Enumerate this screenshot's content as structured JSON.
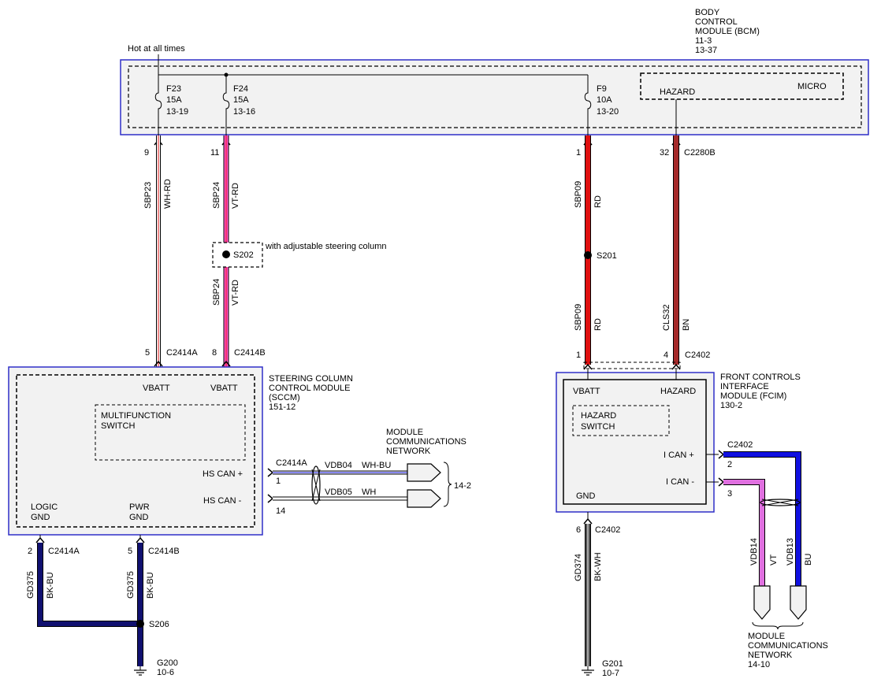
{
  "bcm": {
    "name_lines": [
      "BODY",
      "CONTROL",
      "MODULE (BCM)",
      "11-3",
      "13-37"
    ],
    "hot_label": "Hot at all times",
    "hazard_label": "HAZARD",
    "micro_label": "MICRO",
    "fuses": [
      {
        "name": "F23",
        "rating": "15A",
        "ref": "13-19"
      },
      {
        "name": "F24",
        "rating": "15A",
        "ref": "13-16"
      },
      {
        "name": "F9",
        "rating": "10A",
        "ref": "13-20"
      }
    ]
  },
  "circuits": {
    "sbp23": {
      "pin_top": "9",
      "circuit": "SBP23",
      "color": "WH-RD",
      "pin_bottom": "5",
      "conn_bottom": "C2414A"
    },
    "sbp24": {
      "pin_top": "11",
      "circuit": "SBP24",
      "color": "VT-RD",
      "splice": "S202",
      "splice_note": "with adjustable steering column",
      "pin_bottom": "8",
      "conn_bottom": "C2414B"
    },
    "sbp09": {
      "pin_top": "1",
      "circuit": "SBP09",
      "color": "RD",
      "splice": "S201",
      "pin_bottom": "1"
    },
    "cls32": {
      "pin_top": "32",
      "conn_top": "C2280B",
      "circuit": "CLS32",
      "color": "BN",
      "pin_bottom": "4",
      "conn_bottom": "C2402"
    }
  },
  "sccm": {
    "name_lines": [
      "STEERING COLUMN",
      "CONTROL MODULE",
      "(SCCM)",
      "151-12"
    ],
    "vbatt1": "VBATT",
    "vbatt2": "VBATT",
    "mfs_lines": [
      "MULTIFUNCTION",
      "SWITCH"
    ],
    "hscan_plus": "HS CAN +",
    "hscan_minus": "HS CAN -",
    "logic_gnd": [
      "LOGIC",
      "GND"
    ],
    "pwr_gnd": [
      "PWR",
      "GND"
    ]
  },
  "sccm_network": {
    "conn": "C2414A",
    "pin1": "1",
    "pin14": "14",
    "vdb04": "VDB04",
    "vdb04_color": "WH-BU",
    "vdb05": "VDB05",
    "vdb05_color": "WH",
    "title_lines": [
      "MODULE",
      "COMMUNICATIONS",
      "NETWORK"
    ],
    "ref": "14-2"
  },
  "sccm_ground": {
    "left": {
      "pin": "2",
      "conn": "C2414A",
      "circuit": "GD375",
      "color": "BK-BU"
    },
    "right": {
      "pin": "5",
      "conn": "C2414B",
      "circuit": "GD375",
      "color": "BK-BU"
    },
    "splice": "S206",
    "ground": "G200",
    "ground_ref": "10-6"
  },
  "fcim": {
    "name_lines": [
      "FRONT CONTROLS",
      "INTERFACE",
      "MODULE (FCIM)",
      "130-2"
    ],
    "vbatt": "VBATT",
    "hazard": "HAZARD",
    "hazard_switch": [
      "HAZARD",
      "SWITCH"
    ],
    "ican_plus": "I CAN +",
    "ican_minus": "I CAN -",
    "gnd": "GND",
    "conn": "C2402",
    "pin2": "2",
    "pin3": "3",
    "vdb14": "VDB14",
    "vdb14_color": "VT",
    "vdb13": "VDB13",
    "vdb13_color": "BU",
    "net_lines": [
      "MODULE",
      "COMMUNICATIONS",
      "NETWORK",
      "14-10"
    ]
  },
  "fcim_ground": {
    "pin": "6",
    "conn": "C2402",
    "circuit": "GD374",
    "color": "BK-WH",
    "ground": "G201",
    "ground_ref": "10-7"
  },
  "colors": {
    "module_border": "#2f2fc8",
    "module_fill": "#f2f2f2",
    "red": "#e01010",
    "brown": "#a52a2a",
    "pink": "#ff55c8",
    "violet": "#e070e0",
    "blue": "#1010e0",
    "navy": "#101070",
    "black": "#101010"
  }
}
